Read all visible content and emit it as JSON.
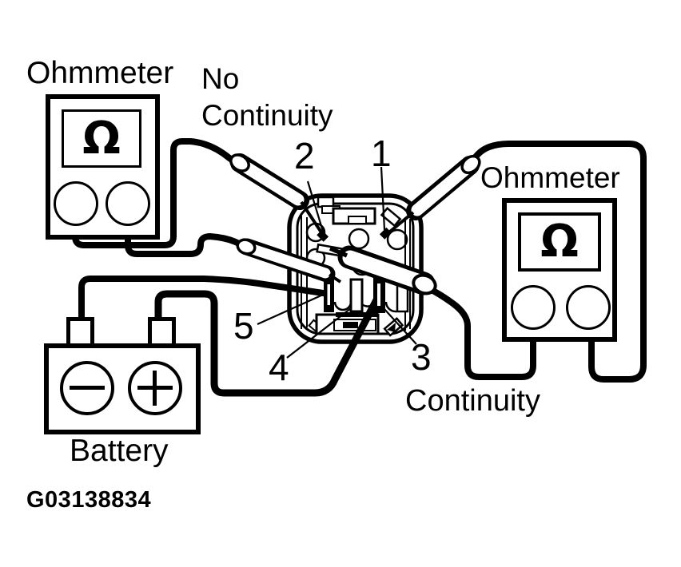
{
  "colors": {
    "ink": "#000000",
    "paper": "#ffffff"
  },
  "figure_code": "G03138834",
  "meters": {
    "left": {
      "label": "Ohmmeter",
      "symbol": "Ω",
      "reading_line1": "No",
      "reading_line2": "Continuity"
    },
    "right": {
      "label": "Ohmmeter",
      "symbol": "Ω",
      "reading": "Continuity"
    }
  },
  "battery": {
    "label": "Battery",
    "negative_symbol": "−",
    "positive_symbol": "+"
  },
  "terminal_labels": {
    "t1": "1",
    "t2": "2",
    "t3": "3",
    "t4": "4",
    "t5": "5"
  }
}
